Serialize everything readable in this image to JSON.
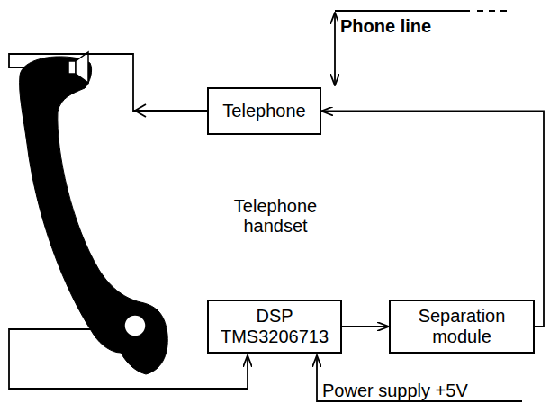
{
  "diagram": {
    "nodes": [
      {
        "text": [
          "Telephone"
        ]
      },
      {
        "text": [
          "DSP TMS3206713"
        ]
      },
      {
        "text": [
          "Separation module"
        ]
      }
    ],
    "edges": [
      {
        "from": 1,
        "to": 2,
        "arrow": "to"
      },
      {
        "from": 2,
        "to": 0,
        "arrow": "to"
      }
    ],
    "labels": [
      "Phone line",
      "Telephone handset",
      "Power supply +5V"
    ]
  }
}
